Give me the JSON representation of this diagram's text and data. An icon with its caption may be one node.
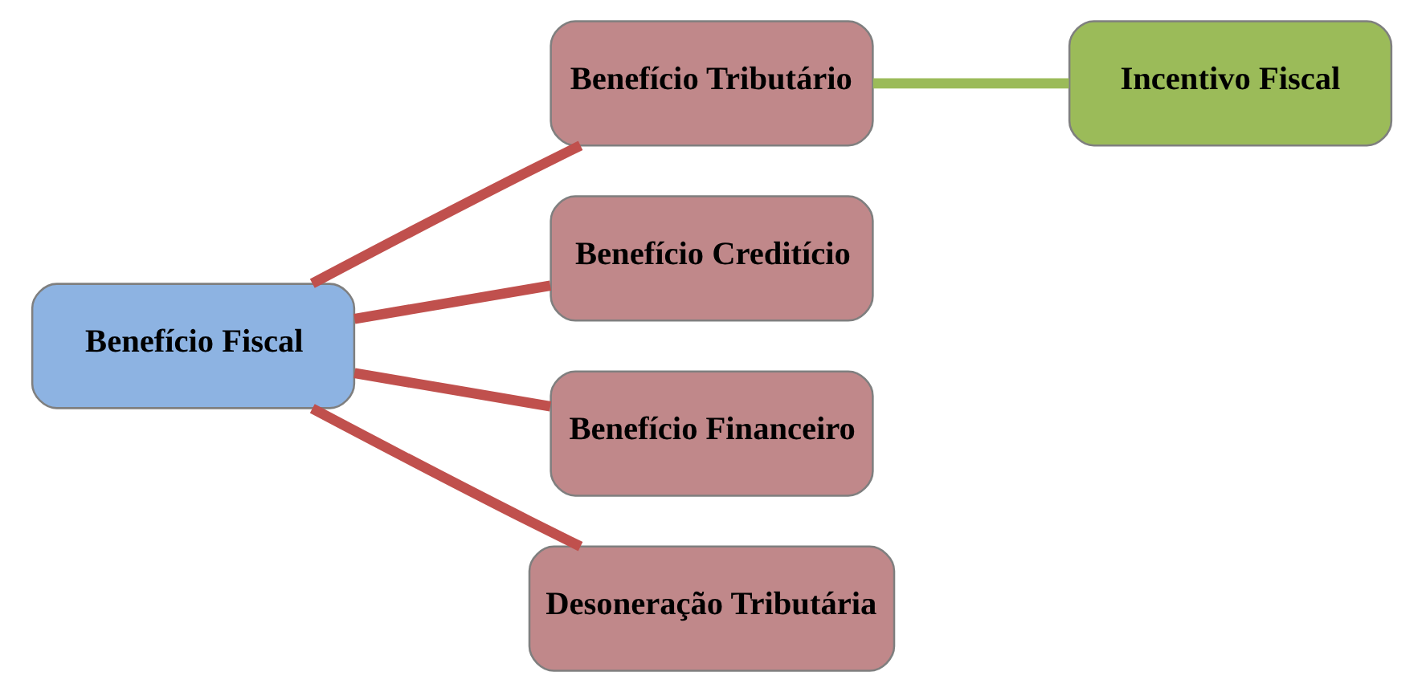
{
  "diagram": {
    "nodes": [
      {
        "text": [
          "Benefício Fiscal"
        ]
      },
      {
        "text": [
          "Benefício Tributário"
        ]
      },
      {
        "text": [
          "Benefício Creditício"
        ]
      },
      {
        "text": [
          "Benefício Financeiro"
        ]
      },
      {
        "text": [
          "Desoneração Tributária"
        ]
      },
      {
        "text": [
          "Incentivo Fiscal"
        ]
      }
    ],
    "edges": [
      {
        "from": 0,
        "to": 1,
        "arrow": "none"
      },
      {
        "from": 0,
        "to": 2,
        "arrow": "none"
      },
      {
        "from": 0,
        "to": 3,
        "arrow": "none"
      },
      {
        "from": 0,
        "to": 4,
        "arrow": "none"
      },
      {
        "from": 1,
        "to": 5,
        "arrow": "none",
        "color": "#9bbb59"
      }
    ]
  }
}
